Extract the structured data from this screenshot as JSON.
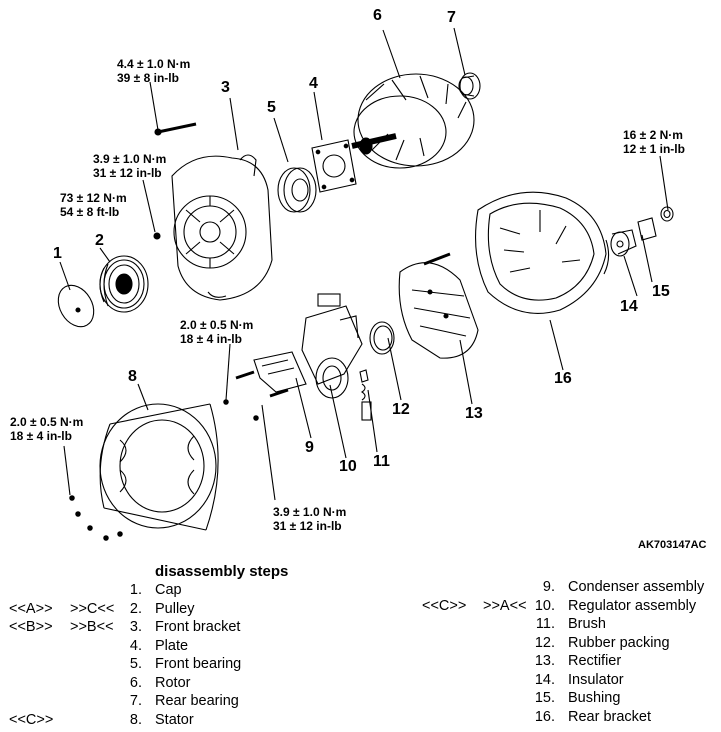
{
  "figure_id": "AK703147AC",
  "callouts": [
    "1",
    "2",
    "3",
    "4",
    "5",
    "6",
    "7",
    "8",
    "9",
    "10",
    "11",
    "12",
    "13",
    "14",
    "15",
    "16"
  ],
  "torques": [
    {
      "line1": "4.4 ± 1.0 N·m",
      "line2": "39 ± 8 in-lb"
    },
    {
      "line1": "3.9 ± 1.0 N·m",
      "line2": "31 ± 12 in-lb"
    },
    {
      "line1": "73 ± 12 N·m",
      "line2": "54 ± 8 ft-lb"
    },
    {
      "line1": "2.0 ± 0.5 N·m",
      "line2": "18 ± 4 in-lb"
    },
    {
      "line1": "2.0 ± 0.5 N·m",
      "line2": "18 ± 4 in-lb"
    },
    {
      "line1": "3.9 ± 1.0 N·m",
      "line2": "31 ± 12 in-lb"
    },
    {
      "line1": "16 ± 2 N·m",
      "line2": "12 ± 1 in-lb"
    }
  ],
  "steps_title": "disassembly steps",
  "steps": [
    {
      "m1": "",
      "m2": "",
      "num": "1.",
      "label": "Cap"
    },
    {
      "m1": "<<A>>",
      "m2": ">>C<<",
      "num": "2.",
      "label": "Pulley"
    },
    {
      "m1": "<<B>>",
      "m2": ">>B<<",
      "num": "3.",
      "label": "Front bracket"
    },
    {
      "m1": "",
      "m2": "",
      "num": "4.",
      "label": "Plate"
    },
    {
      "m1": "",
      "m2": "",
      "num": "5.",
      "label": "Front bearing"
    },
    {
      "m1": "",
      "m2": "",
      "num": "6.",
      "label": "Rotor"
    },
    {
      "m1": "",
      "m2": "",
      "num": "7.",
      "label": "Rear bearing"
    },
    {
      "m1": "<<C>>",
      "m2": "",
      "num": "8.",
      "label": "Stator"
    },
    {
      "m1": "",
      "m2": "",
      "num": "9.",
      "label": "Condenser assembly"
    },
    {
      "m1": "<<C>>",
      "m2": ">>A<<",
      "num": "10.",
      "label": "Regulator assembly"
    },
    {
      "m1": "",
      "m2": "",
      "num": "11.",
      "label": "Brush"
    },
    {
      "m1": "",
      "m2": "",
      "num": "12.",
      "label": "Rubber packing"
    },
    {
      "m1": "",
      "m2": "",
      "num": "13.",
      "label": "Rectifier"
    },
    {
      "m1": "",
      "m2": "",
      "num": "14.",
      "label": "Insulator"
    },
    {
      "m1": "",
      "m2": "",
      "num": "15.",
      "label": "Bushing"
    },
    {
      "m1": "",
      "m2": "",
      "num": "16.",
      "label": "Rear bracket"
    }
  ]
}
